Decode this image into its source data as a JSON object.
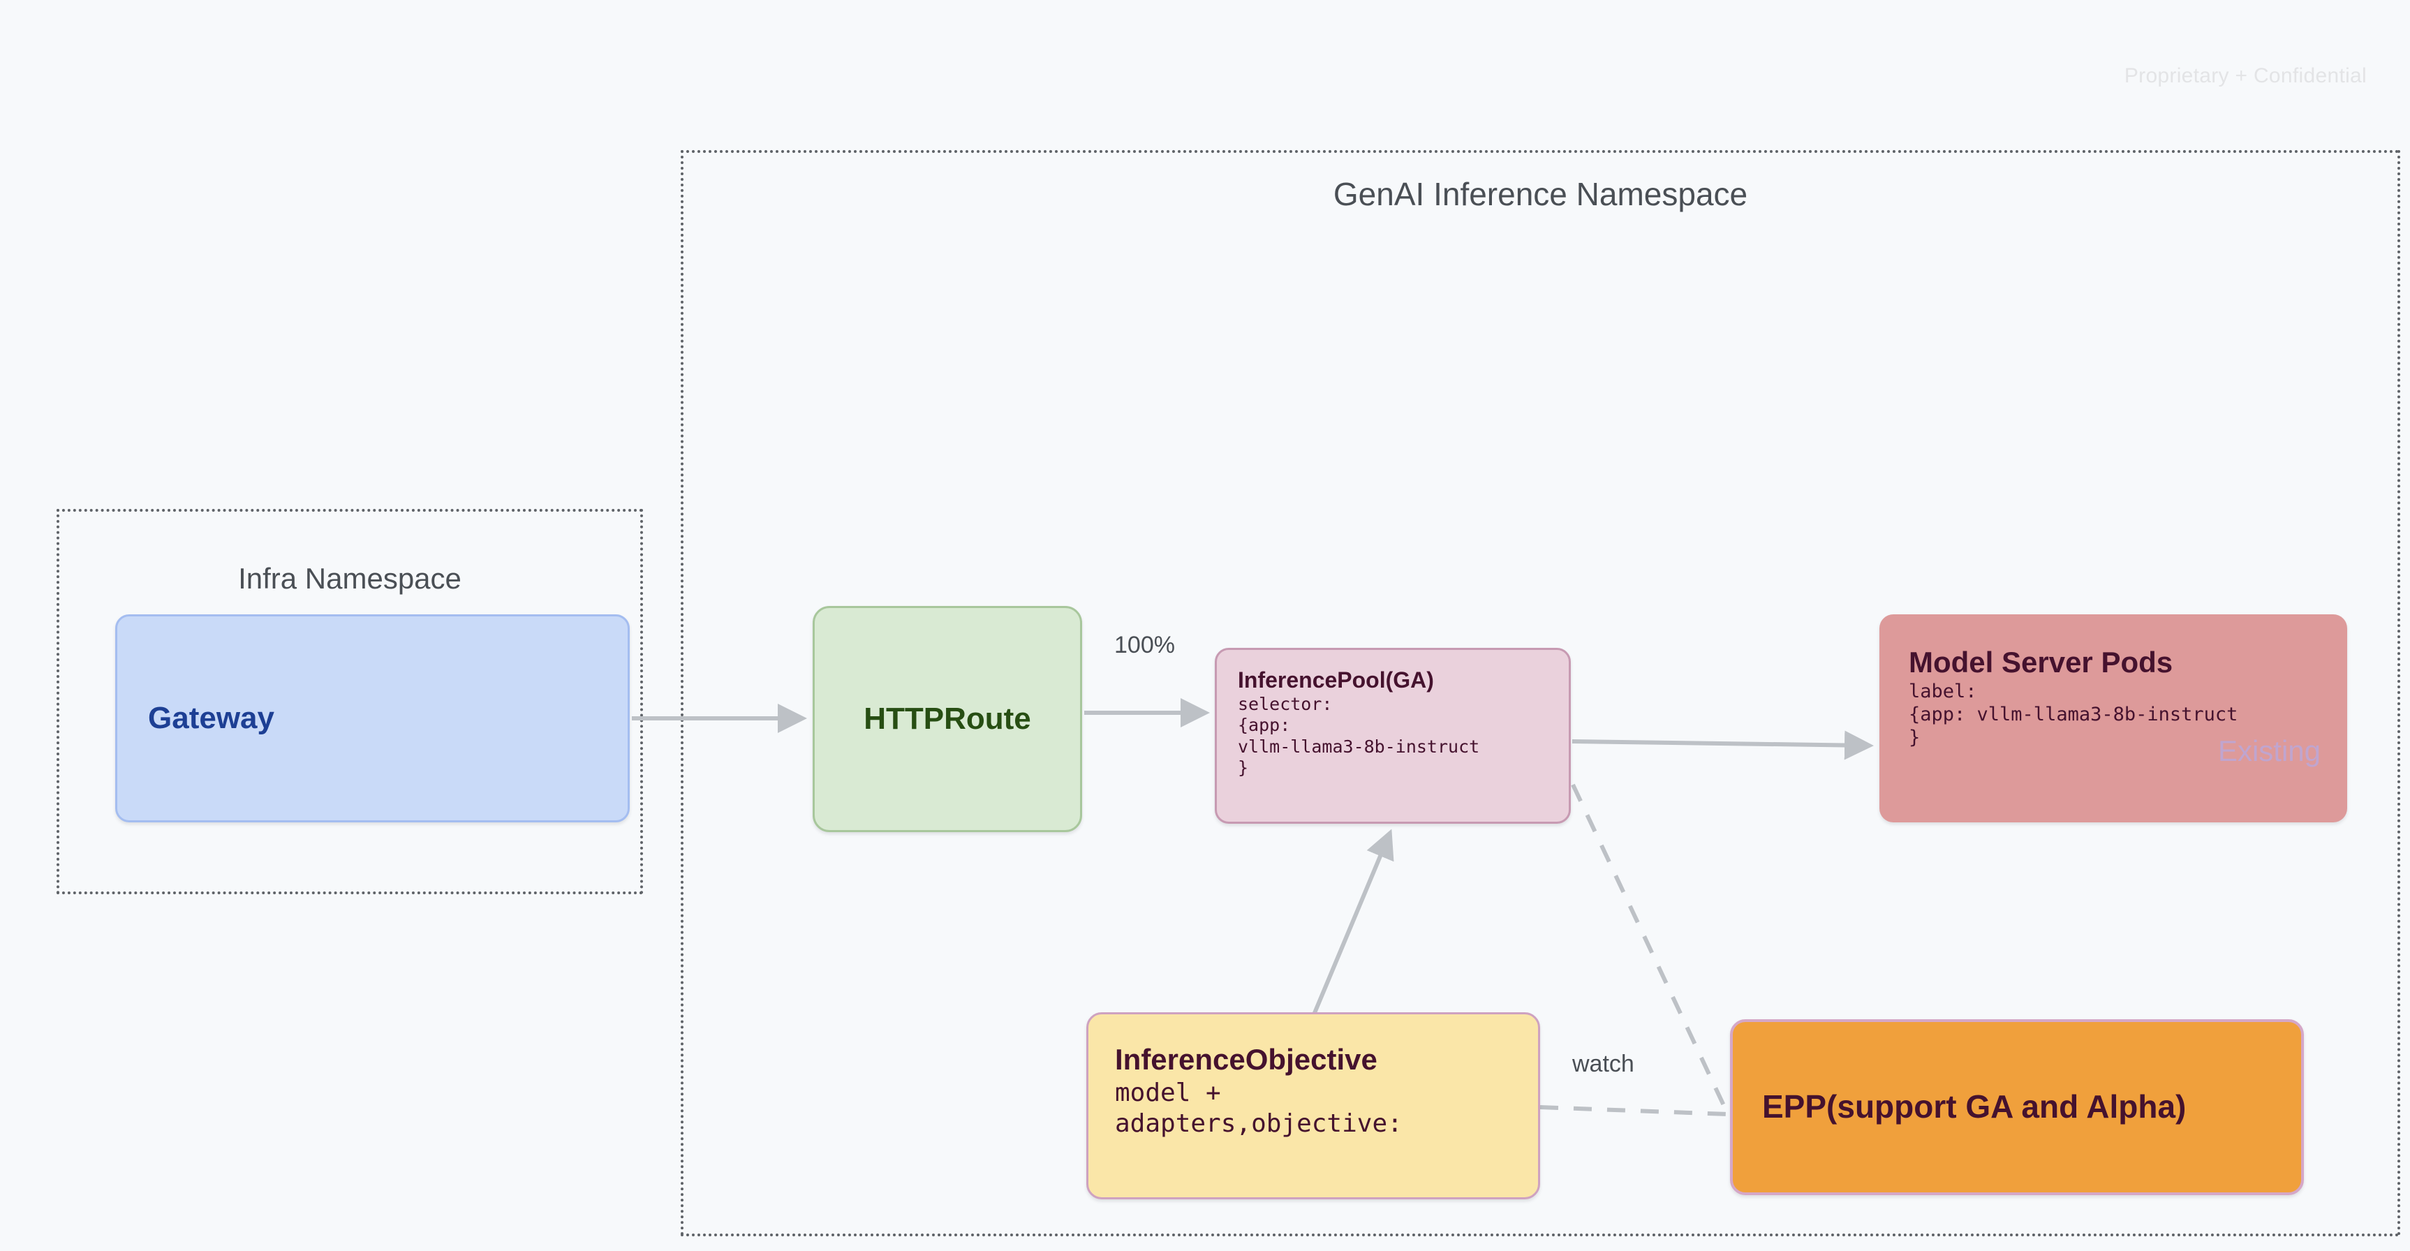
{
  "page": {
    "confidential_note": "Proprietary + Confidential",
    "background_color": "#f7f9fb"
  },
  "namespaces": [
    {
      "id": "infra",
      "title": "Infra Namespace"
    },
    {
      "id": "genai",
      "title": "GenAI Inference Namespace"
    }
  ],
  "nodes": {
    "gateway": {
      "title": "Gateway",
      "fill": "#c9daf8",
      "text_color": "#1d3f94"
    },
    "httproute": {
      "title": "HTTPRoute",
      "fill": "#d9ead3",
      "text_color": "#274e13"
    },
    "inferencepool": {
      "title": "InferencePool(GA)",
      "body": "selector:\n{app:\nvllm-llama3-8b-instruct\n}",
      "fill": "#ead1dc",
      "text_color": "#45122e"
    },
    "modelserverpods": {
      "title": "Model Server Pods",
      "body": "label:\n{app: vllm-llama3-8b-instruct\n}",
      "watermark": "Existing",
      "fill": "#dd9a9a",
      "text_color": "#45122e",
      "watermark_color": "#c0a5cf"
    },
    "inferenceobjective": {
      "title": "InferenceObjective",
      "body": "model +\nadapters,objective:",
      "fill": "#fae6a8",
      "text_color": "#45122e"
    },
    "epp": {
      "title": "EPP(support GA and Alpha)",
      "fill": "#f0a03c",
      "text_color": "#45122e"
    }
  },
  "edges": {
    "gateway_to_httproute": {
      "label": "",
      "style": "solid"
    },
    "httproute_to_inferencepool": {
      "label": "100%",
      "style": "solid"
    },
    "inferencepool_to_modelserverpods": {
      "label": "",
      "style": "solid"
    },
    "inferenceobjective_to_inferencepool": {
      "label": "",
      "style": "solid"
    },
    "inferencepool_to_epp": {
      "label": "",
      "style": "dashed"
    },
    "inferenceobjective_to_epp": {
      "label": "watch",
      "style": "dashed"
    }
  },
  "edge_labels": {
    "traffic_weight": "100%",
    "watch": "watch"
  }
}
